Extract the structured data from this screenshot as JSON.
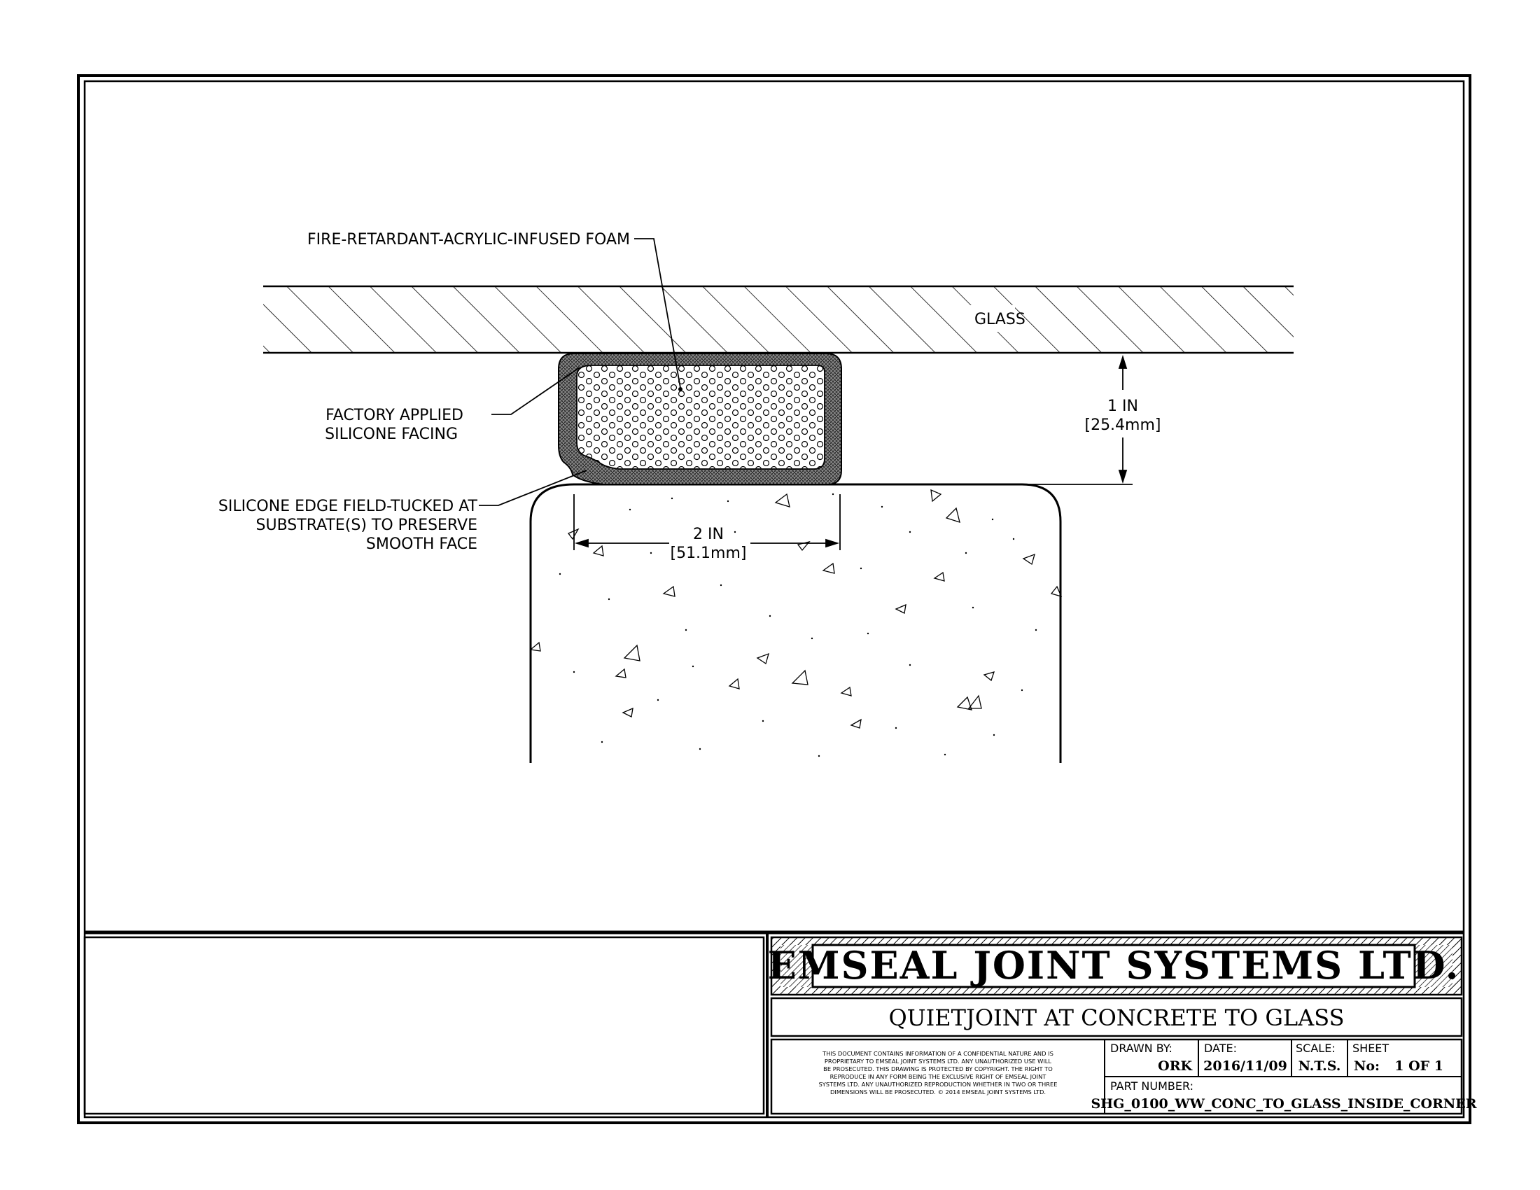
{
  "labels": {
    "foam": "FIRE-RETARDANT-ACRYLIC-INFUSED FOAM",
    "glass": "GLASS",
    "facing_line1": "FACTORY APPLIED",
    "facing_line2": "SILICONE FACING",
    "edge_line1": "SILICONE EDGE FIELD-TUCKED AT",
    "edge_line2": "SUBSTRATE(S) TO PRESERVE",
    "edge_line3": "SMOOTH FACE"
  },
  "dimensions": {
    "height_imperial": "1 IN",
    "height_metric": "[25.4mm]",
    "width_imperial": "2 IN",
    "width_metric": "[51.1mm]"
  },
  "title_block": {
    "company": "EMSEAL JOINT SYSTEMS LTD.",
    "drawing_title": "QUIETJOINT AT CONCRETE TO GLASS",
    "disclaimer_lines": [
      "THIS DOCUMENT CONTAINS INFORMATION OF A CONFIDENTIAL NATURE AND IS",
      "PROPRIETARY TO EMSEAL JOINT SYSTEMS LTD. ANY UNAUTHORIZED USE WILL",
      "BE PROSECUTED. THIS DRAWING IS PROTECTED BY COPYRIGHT. THE RIGHT TO",
      "REPRODUCE IN ANY FORM BEING THE EXCLUSIVE RIGHT OF EMSEAL JOINT",
      "SYSTEMS LTD. ANY UNAUTHORIZED REPRODUCTION WHETHER IN TWO OR THREE",
      "DIMENSIONS WILL BE PROSECUTED. © 2014 EMSEAL JOINT SYSTEMS LTD."
    ],
    "drawn_by_label": "DRAWN BY:",
    "drawn_by": "ORK",
    "date_label": "DATE:",
    "date": "2016/11/09",
    "scale_label": "SCALE:",
    "scale": "N.T.S.",
    "sheet_label": "SHEET",
    "sheet_no_label": "No:",
    "sheet": "1 OF 1",
    "part_number_label": "PART NUMBER:",
    "part_number": "SHG_0100_WW_CONC_TO_GLASS_INSIDE_CORNER"
  }
}
